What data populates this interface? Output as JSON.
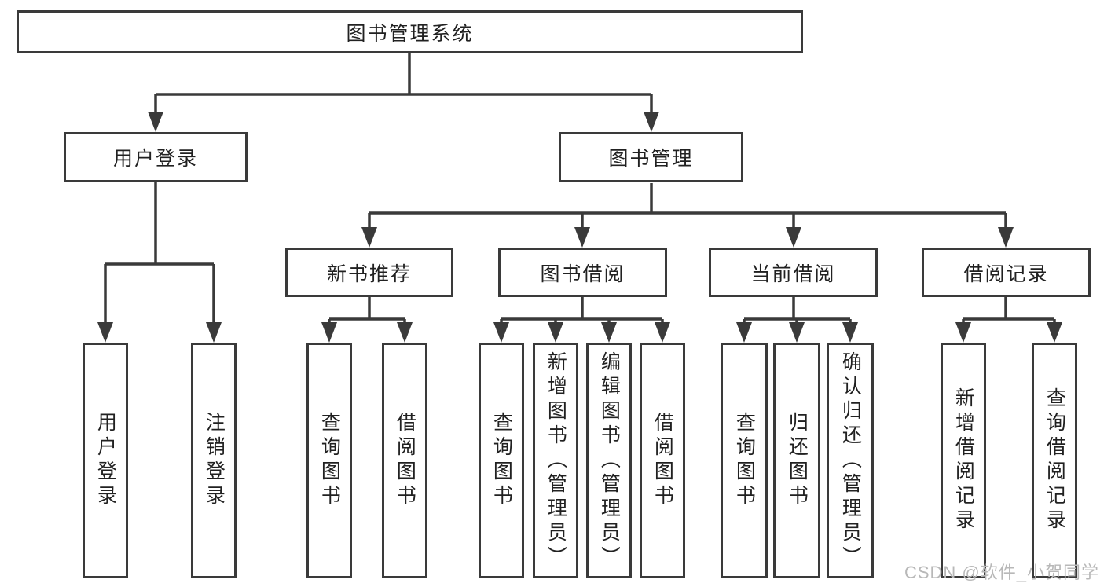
{
  "tree": {
    "root": {
      "label": "图书管理系统",
      "children": [
        {
          "label": "用户登录",
          "children": [
            {
              "label": "用户登录"
            },
            {
              "label": "注销登录"
            }
          ]
        },
        {
          "label": "图书管理",
          "children": [
            {
              "label": "新书推荐",
              "children": [
                {
                  "label": "查询图书"
                },
                {
                  "label": "借阅图书"
                }
              ]
            },
            {
              "label": "图书借阅",
              "children": [
                {
                  "label": "查询图书"
                },
                {
                  "label": "新增图书（管理员）"
                },
                {
                  "label": "编辑图书（管理员）"
                },
                {
                  "label": "借阅图书"
                }
              ]
            },
            {
              "label": "当前借阅",
              "children": [
                {
                  "label": "查询图书"
                },
                {
                  "label": "归还图书"
                },
                {
                  "label": "确认归还（管理员）"
                }
              ]
            },
            {
              "label": "借阅记录",
              "children": [
                {
                  "label": "新增借阅记录"
                },
                {
                  "label": "查询借阅记录"
                }
              ]
            }
          ]
        }
      ]
    }
  },
  "watermark": {
    "text": "CSDN @软件_小贺同学"
  },
  "colors": {
    "line": "#3a3a3a",
    "box_border": "#3a3a3a",
    "text": "#212121",
    "watermark": "#b8b8b8",
    "background": "#ffffff"
  }
}
